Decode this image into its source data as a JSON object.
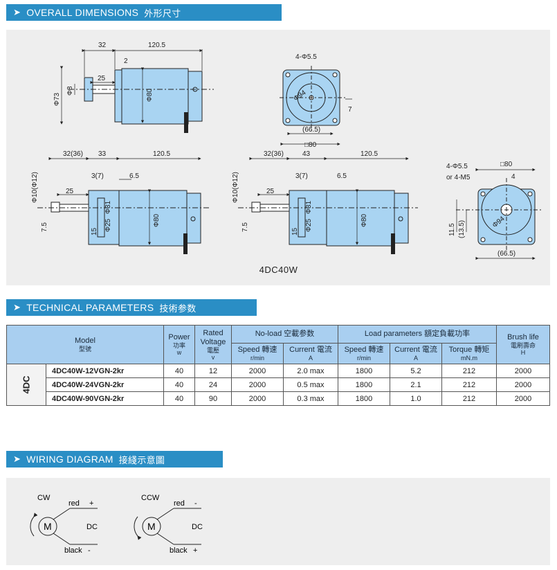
{
  "sections": {
    "overall": {
      "title": "OVERALL DIMENSIONS",
      "title_cn": "外形尺寸"
    },
    "technical": {
      "title": "TECHNICAL PARAMETERS",
      "title_cn": "技術参数"
    },
    "wiring": {
      "title": "WIRING DIAGRAM",
      "title_cn": "接綫示意圖"
    }
  },
  "drawings": {
    "model_caption": "4DC40W",
    "top_side": {
      "d_32": "32",
      "d_120_5": "120.5",
      "d_2": "2",
      "d_25": "25",
      "phi73": "Φ73",
      "phi8": "Φ8",
      "phi80": "Φ80"
    },
    "top_front": {
      "holes": "4-Φ5.5",
      "phi94": "Φ94",
      "d_7": "7",
      "d_66_5": "(66.5)",
      "sq80": "□80"
    },
    "gear1": {
      "d_32_36": "32(36)",
      "d_33": "33",
      "d_120_5": "120.5",
      "d_3_7": "3(7)",
      "d_6_5": "6.5",
      "d_25": "25",
      "phi10_12": "Φ10(Φ12)",
      "d_7_5": "7.5",
      "d_15": "15",
      "phi25": "Φ25",
      "phi31": "Φ31",
      "phi80": "Φ80"
    },
    "gear2": {
      "d_32_36": "32(36)",
      "d_43": "43",
      "d_120_5": "120.5",
      "d_3_7": "3(7)",
      "d_6_5": "6.5",
      "d_25": "25",
      "phi10_12": "Φ10(Φ12)",
      "d_7_5": "7.5",
      "d_15": "15",
      "phi25": "Φ25",
      "phi31": "Φ31",
      "phi80": "Φ80"
    },
    "gear_front": {
      "holes": "4-Φ5.5",
      "holes_alt": "or 4-M5",
      "sq80": "□80",
      "d_4": "4",
      "d_11_5": "11.5",
      "d_13_5": "(13.5)",
      "phi94": "Φ94",
      "d_66_5": "(66.5)"
    }
  },
  "table": {
    "headers": {
      "model": "Model",
      "model_cn": "型號",
      "power": "Power",
      "power_cn": "功率",
      "power_unit": "w",
      "rated": "Rated Voltage",
      "rated_cn": "電壓",
      "rated_unit": "v",
      "noload": "No-load 空載参数",
      "speed": "Speed 轉速",
      "speed_unit": "r/min",
      "current": "Current 電流",
      "current_unit": "A",
      "load": "Load parameters 額定負載功率",
      "torque": "Torque 轉矩",
      "torque_unit": "mN.m",
      "brush": "Brush life",
      "brush_cn": "電刷壽命",
      "brush_unit": "H"
    },
    "series": "4DC",
    "rows": [
      {
        "model": "4DC40W-12VGN-2kr",
        "power": "40",
        "voltage": "12",
        "nl_speed": "2000",
        "nl_current": "2.0 max",
        "l_speed": "1800",
        "l_current": "5.2",
        "torque": "212",
        "brush": "2000"
      },
      {
        "model": "4DC40W-24VGN-2kr",
        "power": "40",
        "voltage": "24",
        "nl_speed": "2000",
        "nl_current": "0.5 max",
        "l_speed": "1800",
        "l_current": "2.1",
        "torque": "212",
        "brush": "2000"
      },
      {
        "model": "4DC40W-90VGN-2kr",
        "power": "40",
        "voltage": "90",
        "nl_speed": "2000",
        "nl_current": "0.3 max",
        "l_speed": "1800",
        "l_current": "1.0",
        "torque": "212",
        "brush": "2000"
      }
    ]
  },
  "wiring": {
    "cw": {
      "label": "CW",
      "top": "red",
      "top_sign": "+",
      "mid": "DC",
      "bottom": "black",
      "bottom_sign": "-",
      "motor": "M"
    },
    "ccw": {
      "label": "CCW",
      "top": "red",
      "top_sign": "-",
      "mid": "DC",
      "bottom": "black",
      "bottom_sign": "+",
      "motor": "M"
    }
  },
  "colors": {
    "header_bar": "#2a8ec5",
    "motor_fill": "#a9d4f2",
    "table_header": "#a9cff0",
    "panel": "#eeeeee"
  }
}
